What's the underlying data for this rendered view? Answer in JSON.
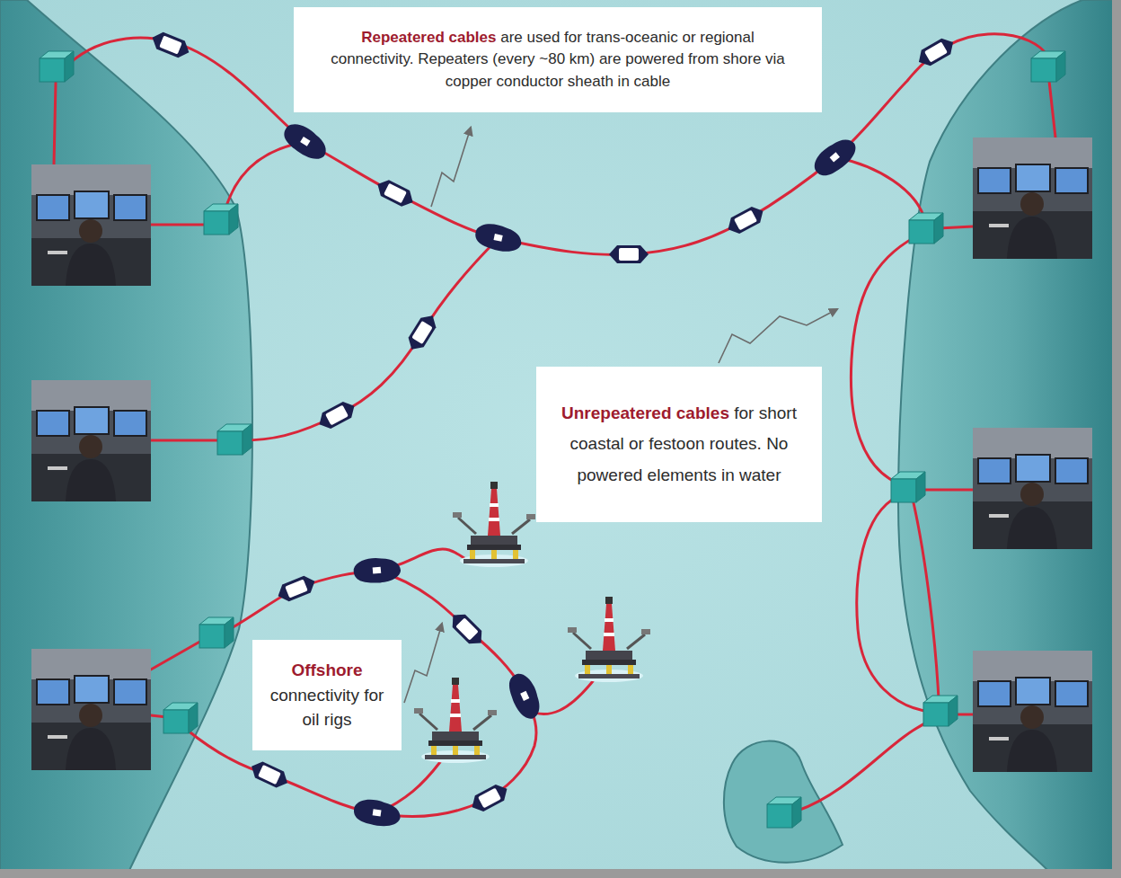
{
  "diagram": {
    "nodes": [
      {
        "text": [
          "Repeatered cables",
          "are used for trans-oceanic or regional connectivity. Repeaters (every ~80 km) are powered from shore via copper conductor sheath in cable"
        ]
      },
      {
        "text": [
          "Unrepeatered cables",
          "for short coastal or festoon routes. No powered elements in water"
        ]
      },
      {
        "text": [
          "Offshore",
          "connectivity for oil rigs"
        ]
      }
    ]
  }
}
